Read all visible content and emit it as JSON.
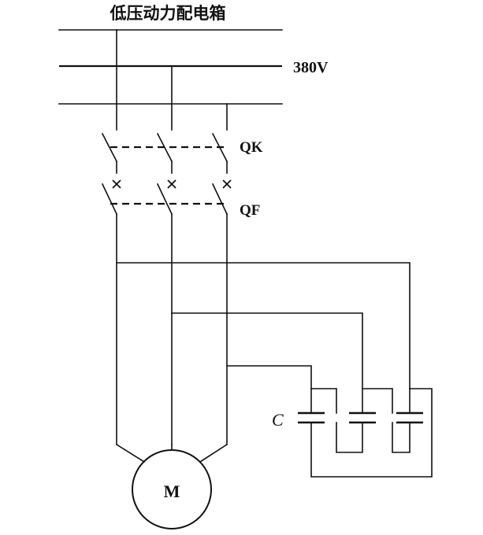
{
  "title": "低压动力配电箱",
  "voltage_label": "380V",
  "switch_label": "QK",
  "breaker_label": "QF",
  "capacitor_label": "C",
  "motor_label": "M"
}
